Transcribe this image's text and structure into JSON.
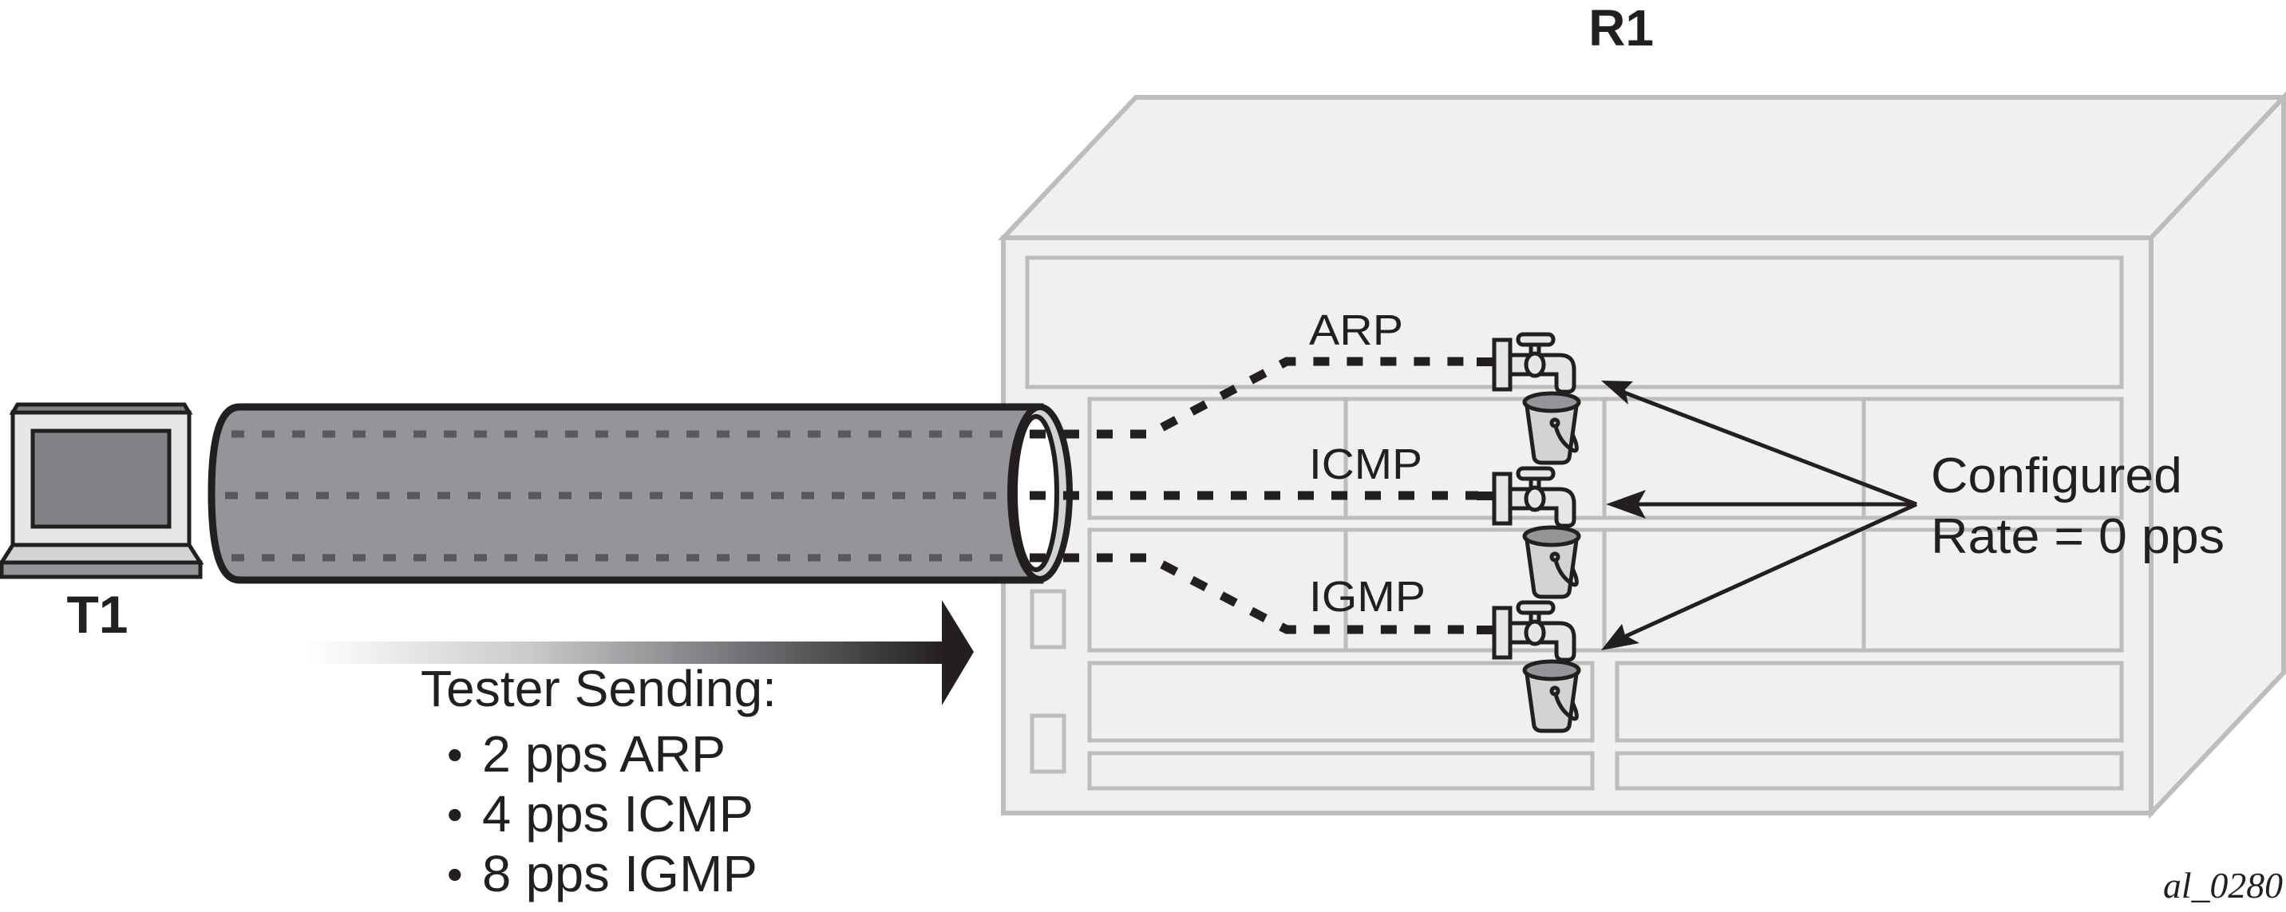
{
  "figure_id": "al_0280",
  "tester": {
    "label": "T1",
    "sending_title": "Tester Sending:",
    "sending_items": [
      {
        "bullet": "•",
        "text": "2 pps ARP",
        "rate_pps": 2,
        "protocol": "ARP"
      },
      {
        "bullet": "•",
        "text": "4 pps ICMP",
        "rate_pps": 4,
        "protocol": "ICMP"
      },
      {
        "bullet": "•",
        "text": "8 pps IGMP",
        "rate_pps": 8,
        "protocol": "IGMP"
      }
    ]
  },
  "router": {
    "label": "R1",
    "flows": [
      {
        "label": "ARP",
        "icon": "faucet-icon",
        "sink_icon": "bucket-icon"
      },
      {
        "label": "ICMP",
        "icon": "faucet-icon",
        "sink_icon": "bucket-icon"
      },
      {
        "label": "IGMP",
        "icon": "faucet-icon",
        "sink_icon": "bucket-icon"
      }
    ],
    "configured_rate": {
      "line1": "Configured",
      "line2": "Rate = 0 pps",
      "rate_pps": 0
    }
  },
  "icons": {
    "tester": "laptop-icon",
    "link": "tube-icon",
    "direction": "gradient-arrow-icon"
  },
  "colors": {
    "ink": "#231f20",
    "chassis_fill": "#eff0ef",
    "chassis_stroke": "#bcbdbf",
    "tube_fill": "#939598",
    "tube_dash": "#58595b",
    "laptop_screen": "#808285",
    "bucket_fill": "#d1d3d4"
  }
}
